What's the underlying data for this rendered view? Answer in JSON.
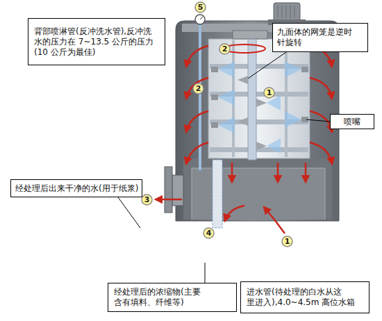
{
  "diagram": {
    "nodes": [
      {
        "text": [
          "5"
        ]
      },
      {
        "text": [
          "背部喷淋管(反冲洗水管),反冲洗 水的压力在 7~13.5 公斤的压力 (10 公斤为最佳)"
        ]
      },
      {
        "text": [
          "九面体的网笼是逆时 针旋转"
        ]
      },
      {
        "text": [
          "2"
        ]
      },
      {
        "text": [
          "2"
        ]
      },
      {
        "text": [
          "1"
        ]
      },
      {
        "text": [
          "喷嘴"
        ]
      },
      {
        "text": [
          "经处理后出来干净的水(用于纸浆)"
        ]
      },
      {
        "text": [
          "3"
        ]
      },
      {
        "text": [
          "4"
        ]
      },
      {
        "text": [
          "1"
        ]
      },
      {
        "text": [
          "经处理后的浓缩物(主要 含有填料、纤维等)"
        ]
      },
      {
        "text": [
          "进水管(待处理的白水从这 里进入),4.0~4.5m 高位水箱"
        ]
      }
    ]
  }
}
